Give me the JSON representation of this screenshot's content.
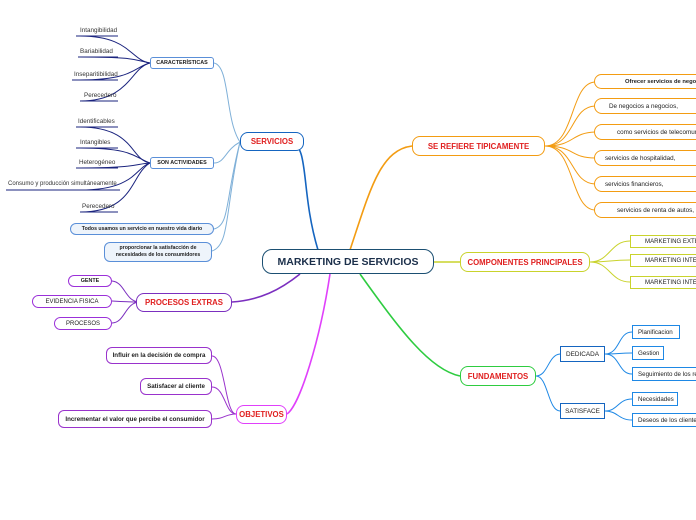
{
  "central": "MARKETING DE SERVICIOS",
  "servicios": {
    "title": "SERVICIOS",
    "caracteristicas": {
      "label": "CARACTERÍSTICAS",
      "items": [
        "Intangibilidad",
        "Bariabilidad",
        "Inseparitibilidad",
        "Perecedero"
      ]
    },
    "actividades": {
      "label": "SON ACTIVIDADES",
      "items": [
        "Identificables",
        "Intangibles",
        "Heterogéneo",
        "Consumo y producción simultáneamente",
        "Perecedero"
      ]
    },
    "notes": [
      "Todos usamos un servicio en nuestro vida diario",
      "proporcionar la satisfacción de necesidades de los consumidores"
    ]
  },
  "se_refiere": {
    "title": "SE REFIERE TIPICAMENTE",
    "items": [
      "Ofrecer servicios de negocios",
      "De negocios a negocios,",
      "como servicios de telecomunicaciones,",
      "servicios de hospitalidad,",
      "servicios financieros,",
      "servicios de renta de autos,"
    ]
  },
  "componentes": {
    "title": "COMPONENTES PRINCIPALES",
    "items": [
      "MARKETING EXTERNO",
      "MARKETING INTERNO",
      "MARKETING INTERACTIVO"
    ]
  },
  "fundamentos": {
    "title": "FUNDAMENTOS",
    "dedicada": {
      "label": "DEDICADA",
      "items": [
        "Planificacion",
        "Gestion",
        "Seguimiento de los resultados"
      ]
    },
    "satisface": {
      "label": "SATISFACE",
      "items": [
        "Necesidades",
        "Deseos de los clientes"
      ]
    }
  },
  "procesos": {
    "title": "PROCESOS EXTRAS",
    "items": [
      "GENTE",
      "EVIDENCIA FISICA",
      "PROCESOS"
    ]
  },
  "objetivos": {
    "title": "OBJETIVOS",
    "items": [
      "Influir en la decisión de compra",
      "Satisfacer al cliente",
      "Incrementar el valor que percibe el consumidor"
    ]
  },
  "colors": {
    "servicios": "#1565c0",
    "se_refiere": "#f39c12",
    "componentes": "#c9d32c",
    "fundamentos": "#2ecc40",
    "procesos": "#7b2fbf",
    "objetivos": "#e040fb",
    "title_red": "#e02020"
  }
}
